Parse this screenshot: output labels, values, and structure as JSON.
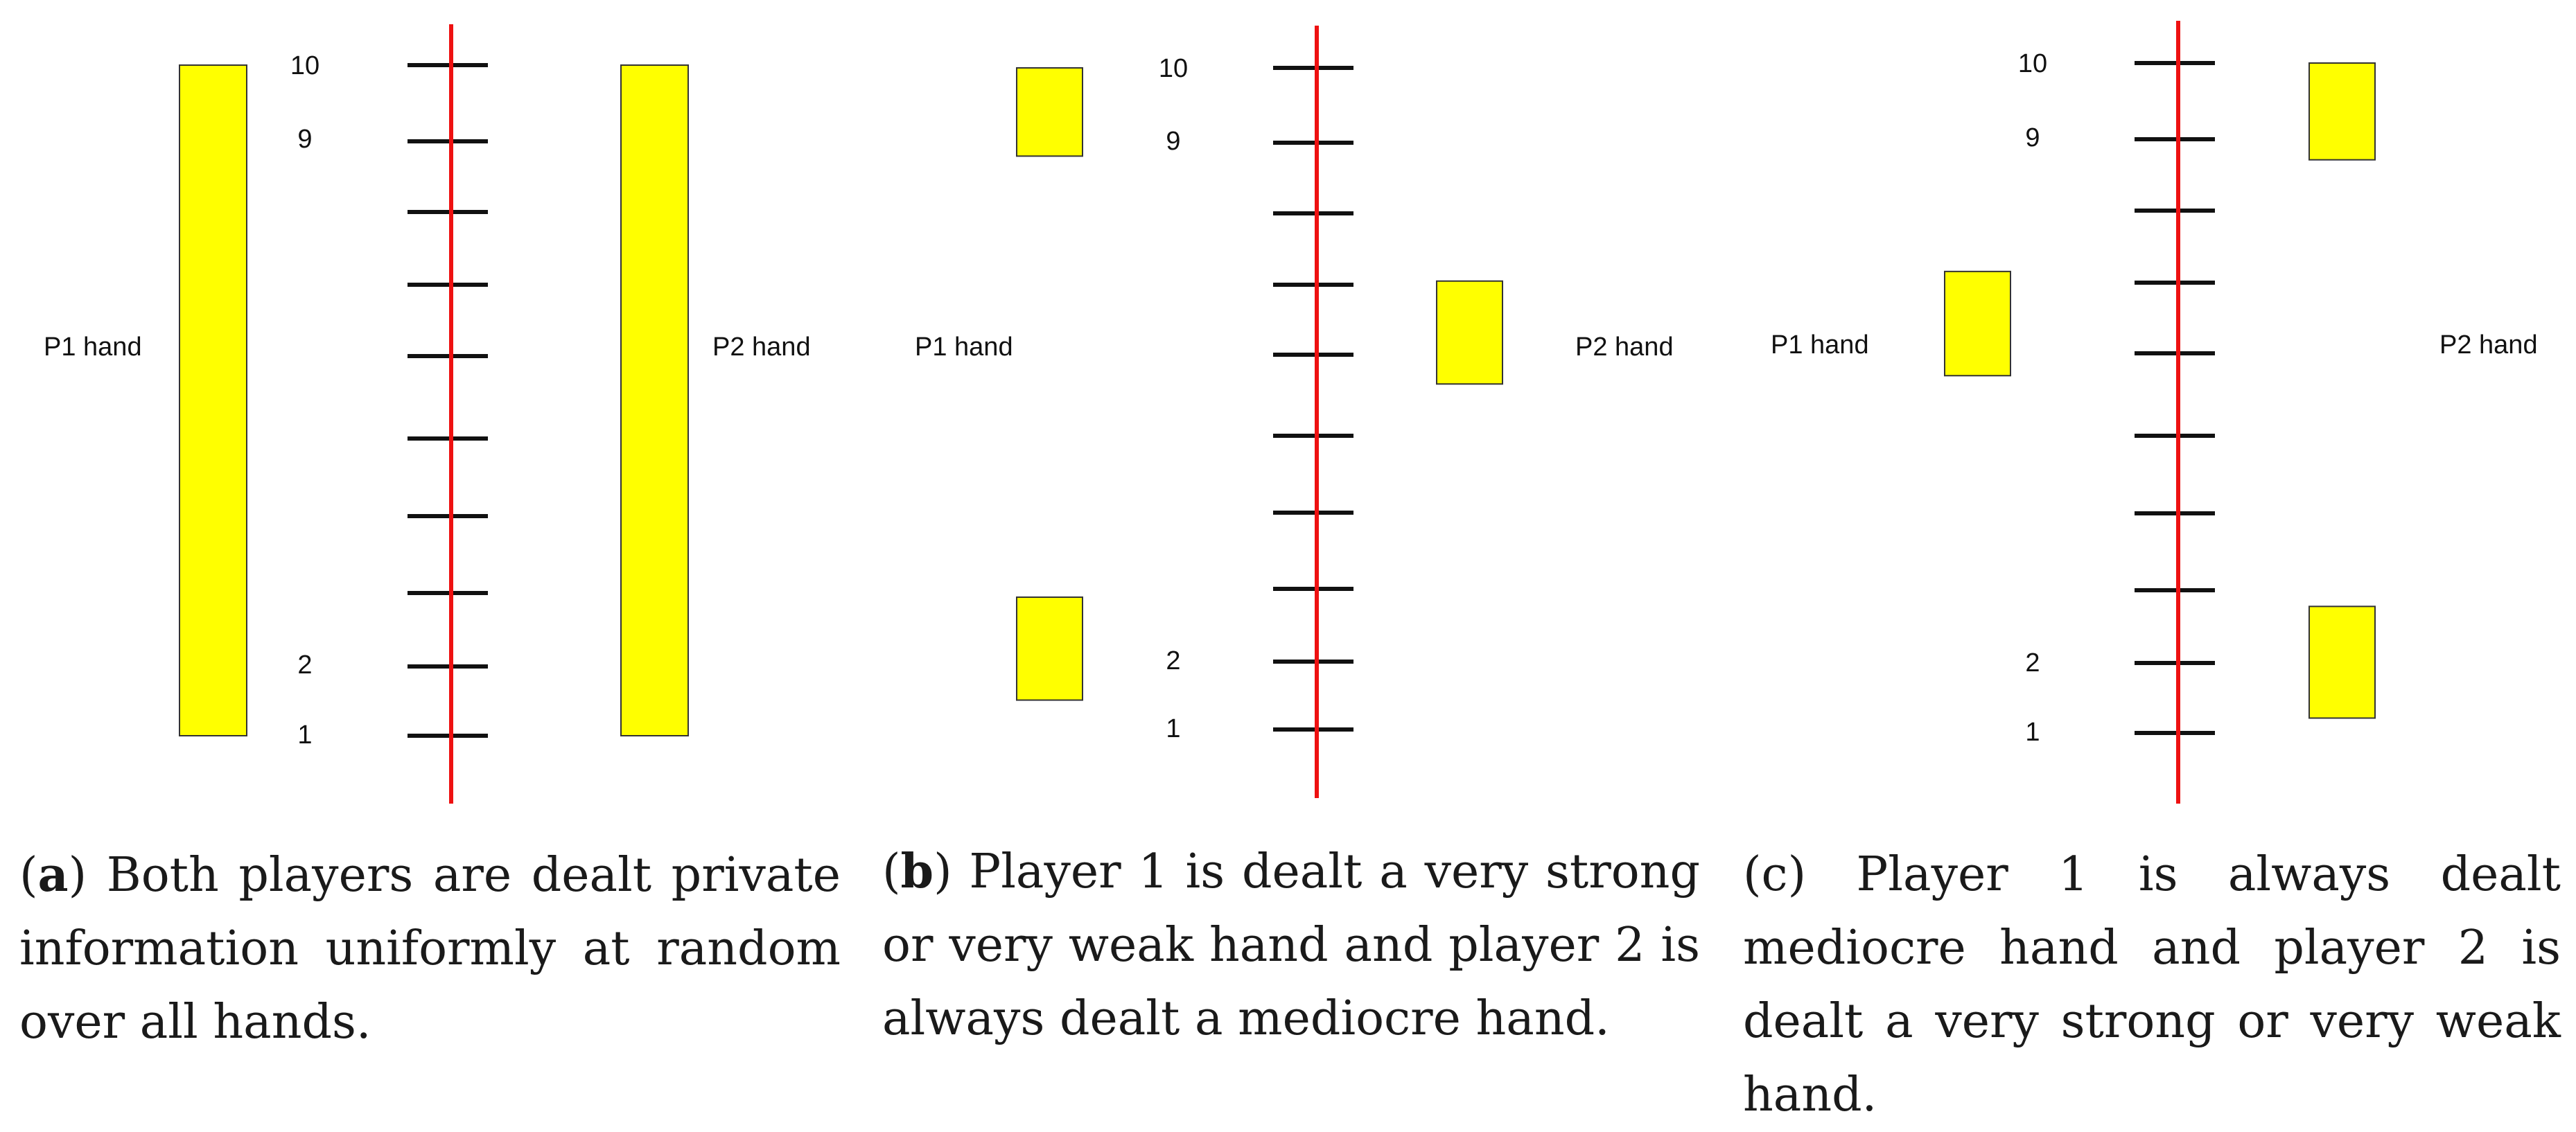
{
  "panels": [
    {
      "id": "a",
      "p1_label": "P1 hand",
      "p2_label": "P2 hand",
      "tick_labels": [
        "10",
        "9",
        "2",
        "1"
      ],
      "p1_ranges": [
        [
          1,
          10
        ]
      ],
      "p2_ranges": [
        [
          1,
          10
        ]
      ],
      "caption_tag": "a",
      "caption_text": " Both players are dealt private information uniformly at random over all hands."
    },
    {
      "id": "b",
      "p1_label": "P1 hand",
      "p2_label": "P2 hand",
      "tick_labels": [
        "10",
        "9",
        "2",
        "1"
      ],
      "p1_ranges": [
        [
          8.8,
          10
        ],
        [
          1.4,
          2.8
        ]
      ],
      "p2_ranges": [
        [
          5.7,
          7.1
        ]
      ],
      "caption_tag": "b",
      "caption_text": " Player 1 is dealt a very strong or very weak hand and player 2 is always dealt a mediocre hand."
    },
    {
      "id": "c",
      "p1_label": "P1 hand",
      "p2_label": "P2 hand",
      "tick_labels": [
        "10",
        "9",
        "2",
        "1"
      ],
      "p1_ranges": [
        [
          5.8,
          7.2
        ]
      ],
      "p2_ranges": [
        [
          8.7,
          10
        ],
        [
          1.2,
          2.7
        ]
      ],
      "caption_tag": "c",
      "caption_text": " Player 1 is always dealt mediocre hand and player 2 is dealt a very strong or very weak hand."
    }
  ],
  "colors": {
    "axis": "#ee1111",
    "tick": "#111111",
    "hand_fill": "#ffff00",
    "hand_stroke": "#333333"
  }
}
